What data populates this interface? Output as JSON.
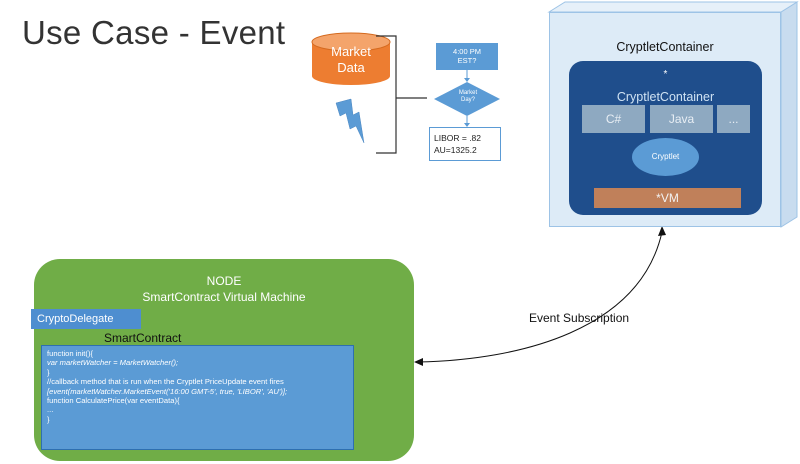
{
  "title": "Use Case - Event",
  "market_data": {
    "label_line1": "Market",
    "label_line2": "Data",
    "cylinder_color": "#ed7d31"
  },
  "flowchart": {
    "time_box": {
      "line1": "4:00 PM",
      "line2": "EST?"
    },
    "decision": {
      "line1": "Market",
      "line2": "Day?"
    },
    "result": {
      "line1": "LIBOR = .82",
      "line2": "AU=1325.2"
    }
  },
  "cryptlet_container": {
    "outer_label": "CryptletContainer",
    "star": "*",
    "inner_label": "CryptletContainer",
    "languages": [
      "C#",
      "Java",
      "..."
    ],
    "cryptlet_label": "Cryptlet",
    "vm_label": "*VM"
  },
  "node": {
    "title": "NODE",
    "subtitle": "SmartContract Virtual Machine",
    "delegate_label": "CryptoDelegate",
    "smart_contract_label": "SmartContract",
    "code_lines": [
      "function init(){",
      "   var marketWatcher = MarketWatcher();",
      "}",
      "//callback method that is run when the Cryptlet PriceUpdate event fires",
      "[event(marketWatcher.MarketEvent('16:00 GMT-5', true, 'LIBOR', 'AU')];",
      "function CalculatePrice(var eventData){",
      "...",
      "}"
    ]
  },
  "connector_label": "Event Subscription",
  "colors": {
    "node_green": "#70ad47",
    "container_navy": "#1f4e8c",
    "accent_blue": "#5b9bd5",
    "vm_orange": "#c0805a",
    "lightning": "#5b9bd5"
  }
}
